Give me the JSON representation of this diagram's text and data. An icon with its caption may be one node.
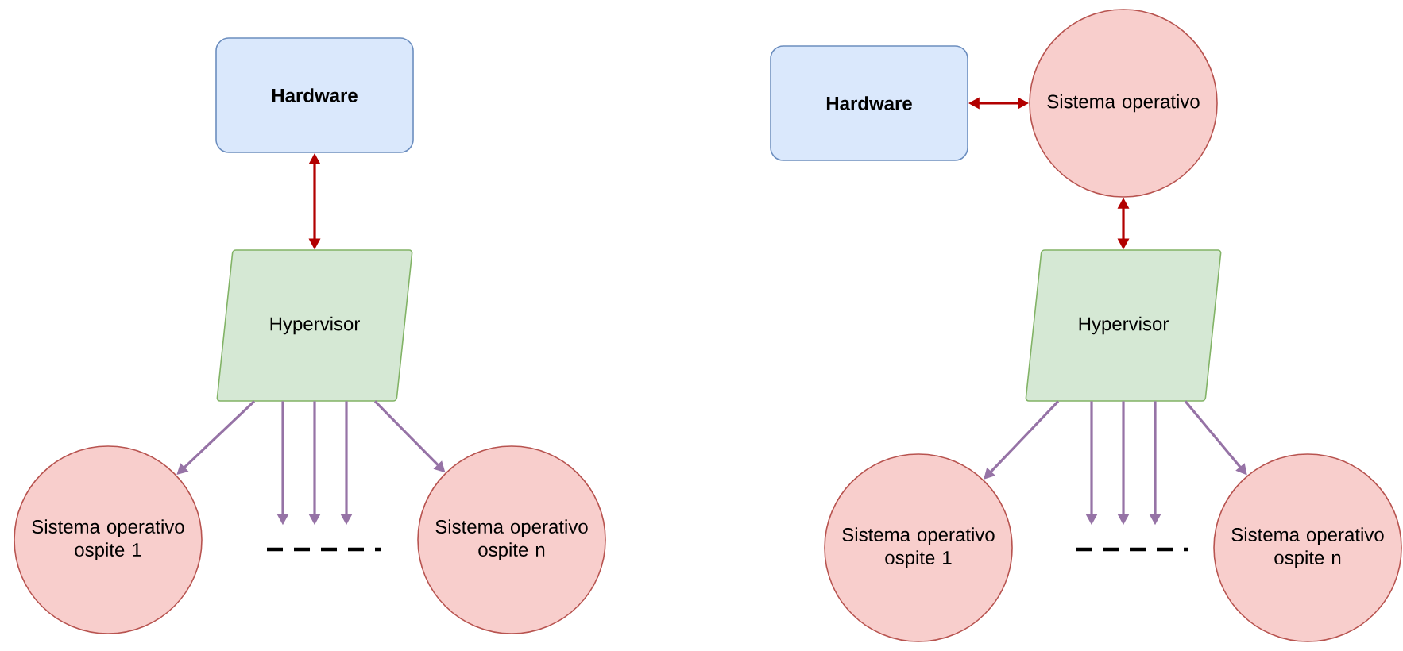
{
  "diagram": {
    "nodes": [
      {
        "text": [
          "**Hardware**"
        ]
      },
      {
        "text": [
          "Hypervisor"
        ]
      },
      {
        "text": [
          "Sistema operativo ospite 1"
        ]
      },
      {
        "text": [
          "Sistema operativo ospite n"
        ]
      },
      {
        "text": [
          "**Hardware**"
        ]
      },
      {
        "text": [
          "Sistema operativo"
        ]
      },
      {
        "text": [
          "Hypervisor"
        ]
      },
      {
        "text": [
          "Sistema operativo ospite 1"
        ]
      },
      {
        "text": [
          "Sistema operativo ospite n"
        ]
      }
    ],
    "edges": [
      {
        "from": 0,
        "to": 1,
        "arrow": "both",
        "color": "#b20000"
      },
      {
        "from": 1,
        "to": 2,
        "arrow": "to"
      },
      {
        "from": 1,
        "to": null,
        "arrow": "to"
      },
      {
        "from": 1,
        "to": null,
        "arrow": "to"
      },
      {
        "from": 1,
        "to": null,
        "arrow": "to"
      },
      {
        "from": 1,
        "to": 3,
        "arrow": "to"
      },
      {
        "from": 4,
        "to": 5,
        "arrow": "both",
        "color": "#b20000"
      },
      {
        "from": 5,
        "to": 6,
        "arrow": "both",
        "color": "#b20000"
      },
      {
        "from": 6,
        "to": 7,
        "arrow": "to"
      },
      {
        "from": 6,
        "to": null,
        "arrow": "to"
      },
      {
        "from": 6,
        "to": null,
        "arrow": "to"
      },
      {
        "from": 6,
        "to": null,
        "arrow": "to"
      },
      {
        "from": 6,
        "to": 8,
        "arrow": "to"
      }
    ]
  }
}
